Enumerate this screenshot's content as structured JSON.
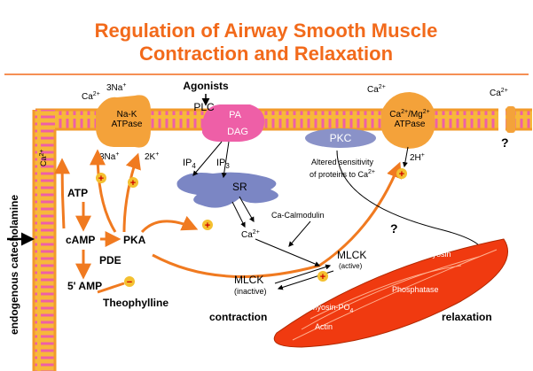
{
  "title_line1": "Regulation of Airway Smooth Muscle",
  "title_line2": "Contraction and Relaxation",
  "colors": {
    "title": "#f26a1b",
    "membrane": "#f7b83a",
    "phospholipid_head": "#ee5fa7",
    "orange_protein": "#f4a23a",
    "arrow": "#f07a20",
    "pkc": "#8a92c8",
    "sr": "#7b86c4",
    "muscle": "#f03a10"
  },
  "labels": {
    "agonists": "Agonists",
    "plc": "PLC",
    "pa": "PA",
    "dag": "DAG",
    "pkc": "PKC",
    "na_k_line1": "Na-K",
    "na_k_line2": "ATPase",
    "na3_top": "3Na",
    "ca_top_left": "Ca",
    "na3_bottom": "3Na",
    "k2_bottom": "2K",
    "ca_mg_line1": "Ca",
    "ca_mg_line2": "ATPase",
    "ca_top_mid": "Ca",
    "ca_top_right": "Ca",
    "h2": "2H",
    "question1": "?",
    "question2": "?",
    "altered_line1": "Altered sensitivity",
    "altered_line2": "of proteins to Ca",
    "ip4": "IP",
    "ip3": "IP",
    "sr": "SR",
    "ca_sr": "Ca",
    "ca_calmodulin": "Ca-Calmodulin",
    "atp": "ATP",
    "camp": "cAMP",
    "pka": "PKA",
    "pde": "PDE",
    "amp5": "5' AMP",
    "theophylline": "Theophylline",
    "mlck_active": "MLCK",
    "mlck_active_sub": "(active)",
    "mlck_inactive": "MLCK",
    "mlck_inactive_sub": "(inactive)",
    "myosin": "Myosin",
    "phosphatase": "Phosphatase",
    "myosin_po4": "Myosin-PO",
    "actin": "Actin",
    "contraction": "contraction",
    "relaxation": "relaxation",
    "endogenous": "endogenous catecholamine",
    "ca_left_membrane": "Ca",
    "plus": "+",
    "minus": "−",
    "sup_plus": "+",
    "sup_2plus": "2+",
    "sub_4": "4"
  }
}
